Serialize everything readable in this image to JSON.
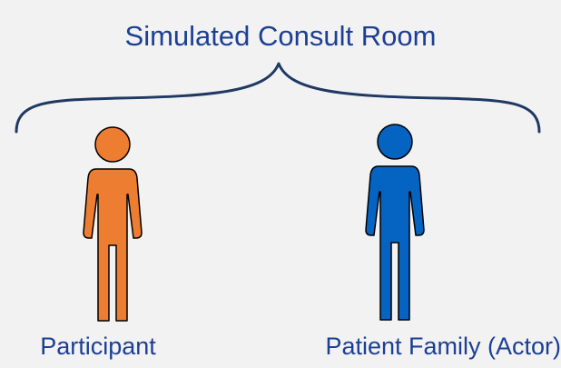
{
  "title": "Simulated Consult Room",
  "people": [
    {
      "label": "Participant",
      "color": "#ed7d31",
      "icon": "person-icon"
    },
    {
      "label": "Patient Family (Actor)",
      "color": "#0563c1",
      "icon": "person-icon"
    }
  ],
  "colors": {
    "text": "#1c3f94",
    "brace": "#1f3864",
    "outline": "#000000",
    "background": "#f2f2f2"
  }
}
